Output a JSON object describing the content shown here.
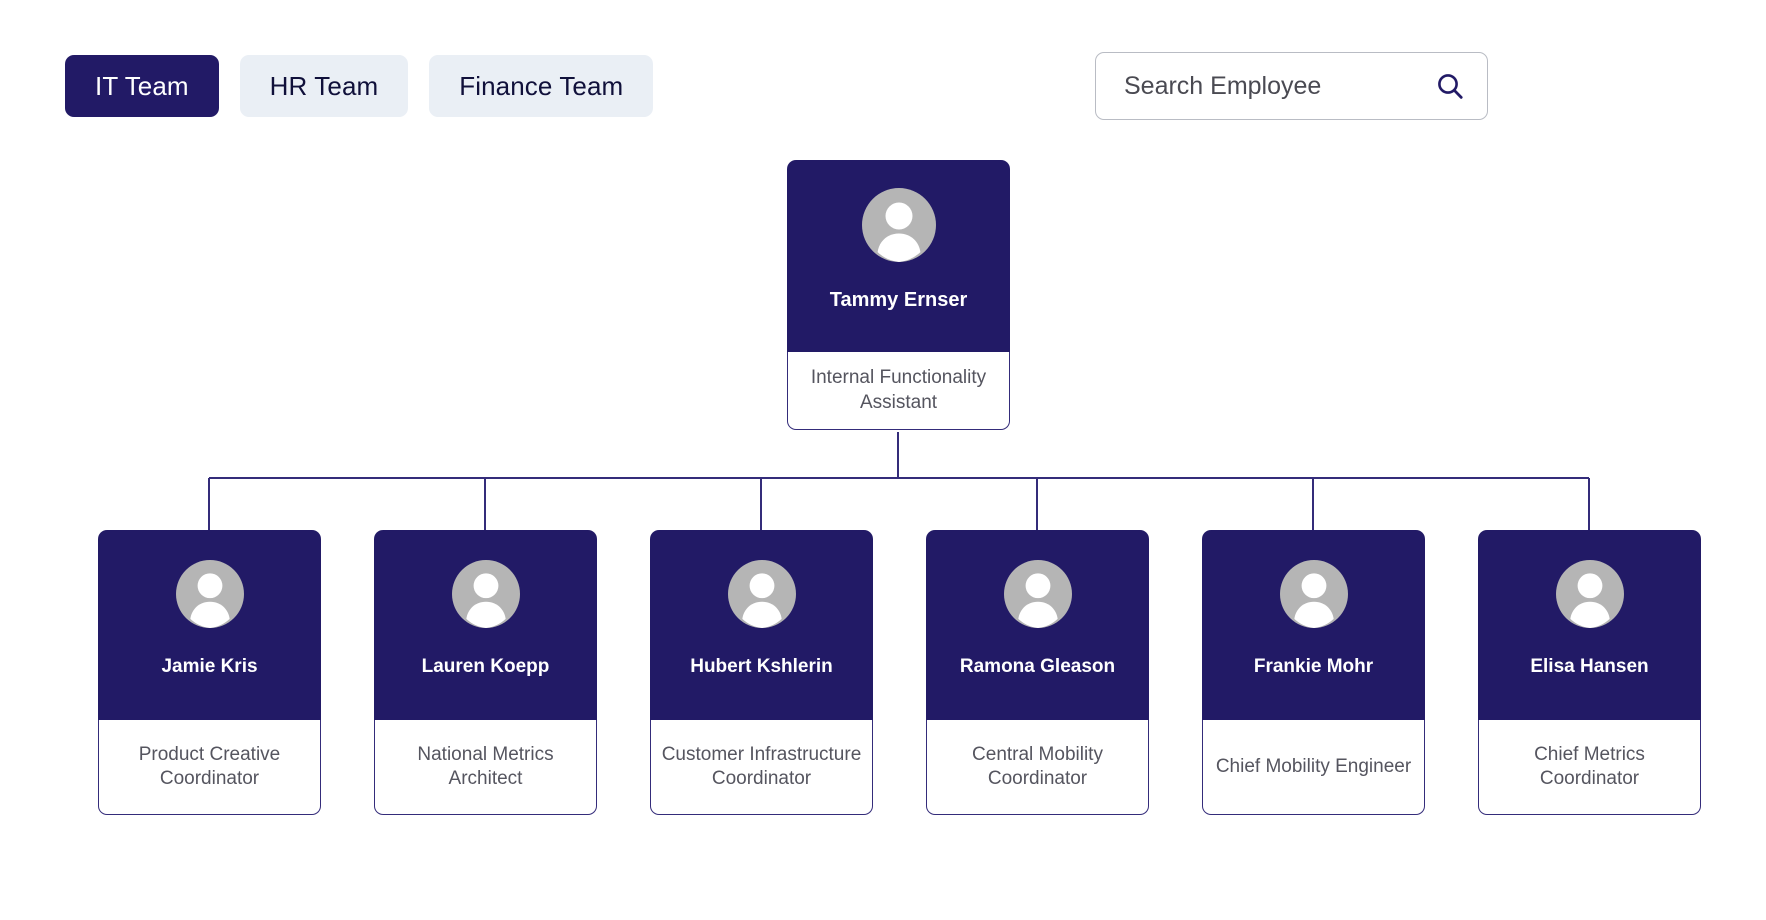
{
  "tabs": [
    {
      "label": "IT Team",
      "active": true
    },
    {
      "label": "HR Team",
      "active": false
    },
    {
      "label": "Finance Team",
      "active": false
    }
  ],
  "search": {
    "placeholder": "Search Employee",
    "value": "",
    "icon": "search-icon"
  },
  "org_chart": {
    "root": {
      "name": "Tammy Ernser",
      "title": "Internal Functionality Assistant",
      "avatar": "person-avatar-icon"
    },
    "children": [
      {
        "name": "Jamie Kris",
        "title": "Product Creative Coordinator",
        "avatar": "person-avatar-icon"
      },
      {
        "name": "Lauren Koepp",
        "title": "National Metrics Architect",
        "avatar": "person-avatar-icon"
      },
      {
        "name": "Hubert Kshlerin",
        "title": "Customer Infrastructure Coordinator",
        "avatar": "person-avatar-icon"
      },
      {
        "name": "Ramona Gleason",
        "title": "Central Mobility Coordinator",
        "avatar": "person-avatar-icon"
      },
      {
        "name": "Frankie Mohr",
        "title": "Chief Mobility Engineer",
        "avatar": "person-avatar-icon"
      },
      {
        "name": "Elisa Hansen",
        "title": "Chief Metrics Coordinator",
        "avatar": "person-avatar-icon"
      }
    ]
  },
  "colors": {
    "brand_navy": "#221a66",
    "tab_inactive_bg": "#eaeff5",
    "connector": "#342c7a",
    "avatar_circle": "#b5b5b5",
    "title_text": "#55555f",
    "page_bg": "#ffffff"
  }
}
